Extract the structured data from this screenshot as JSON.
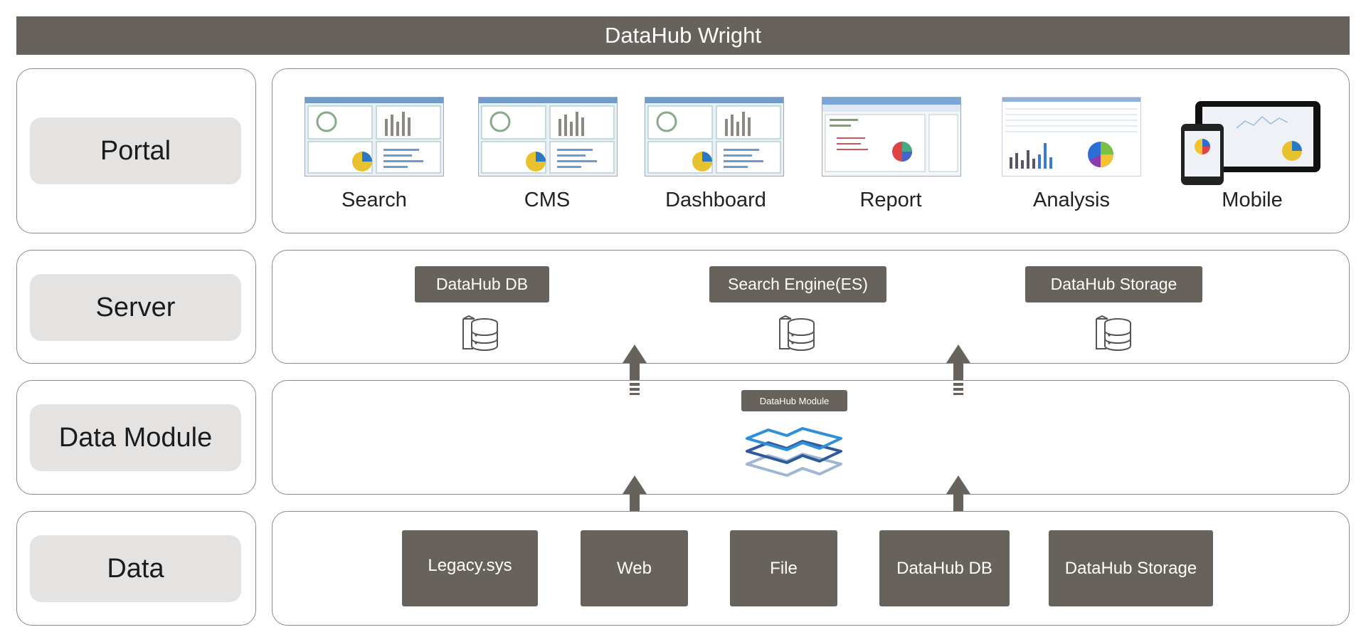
{
  "title": "DataHub Wright",
  "layers": {
    "portal": "Portal",
    "server": "Server",
    "data_module": "Data Module",
    "data": "Data"
  },
  "portal_items": [
    "Search",
    "CMS",
    "Dashboard",
    "Report",
    "Analysis",
    "Mobile"
  ],
  "server_items": [
    "DataHub DB",
    "Search Engine(ES)",
    "DataHub Storage"
  ],
  "module_label": "DataHub Module",
  "data_items": [
    "Legacy.sys",
    "Web",
    "File",
    "DataHub DB",
    "DataHub Storage"
  ],
  "colors": {
    "dark": "#67625c",
    "pill": "#e4e3e2",
    "border": "#8a8a8a",
    "module_blue": "#2f8fd8",
    "module_navy": "#2e5a9c",
    "module_light": "#9fb7d2"
  }
}
